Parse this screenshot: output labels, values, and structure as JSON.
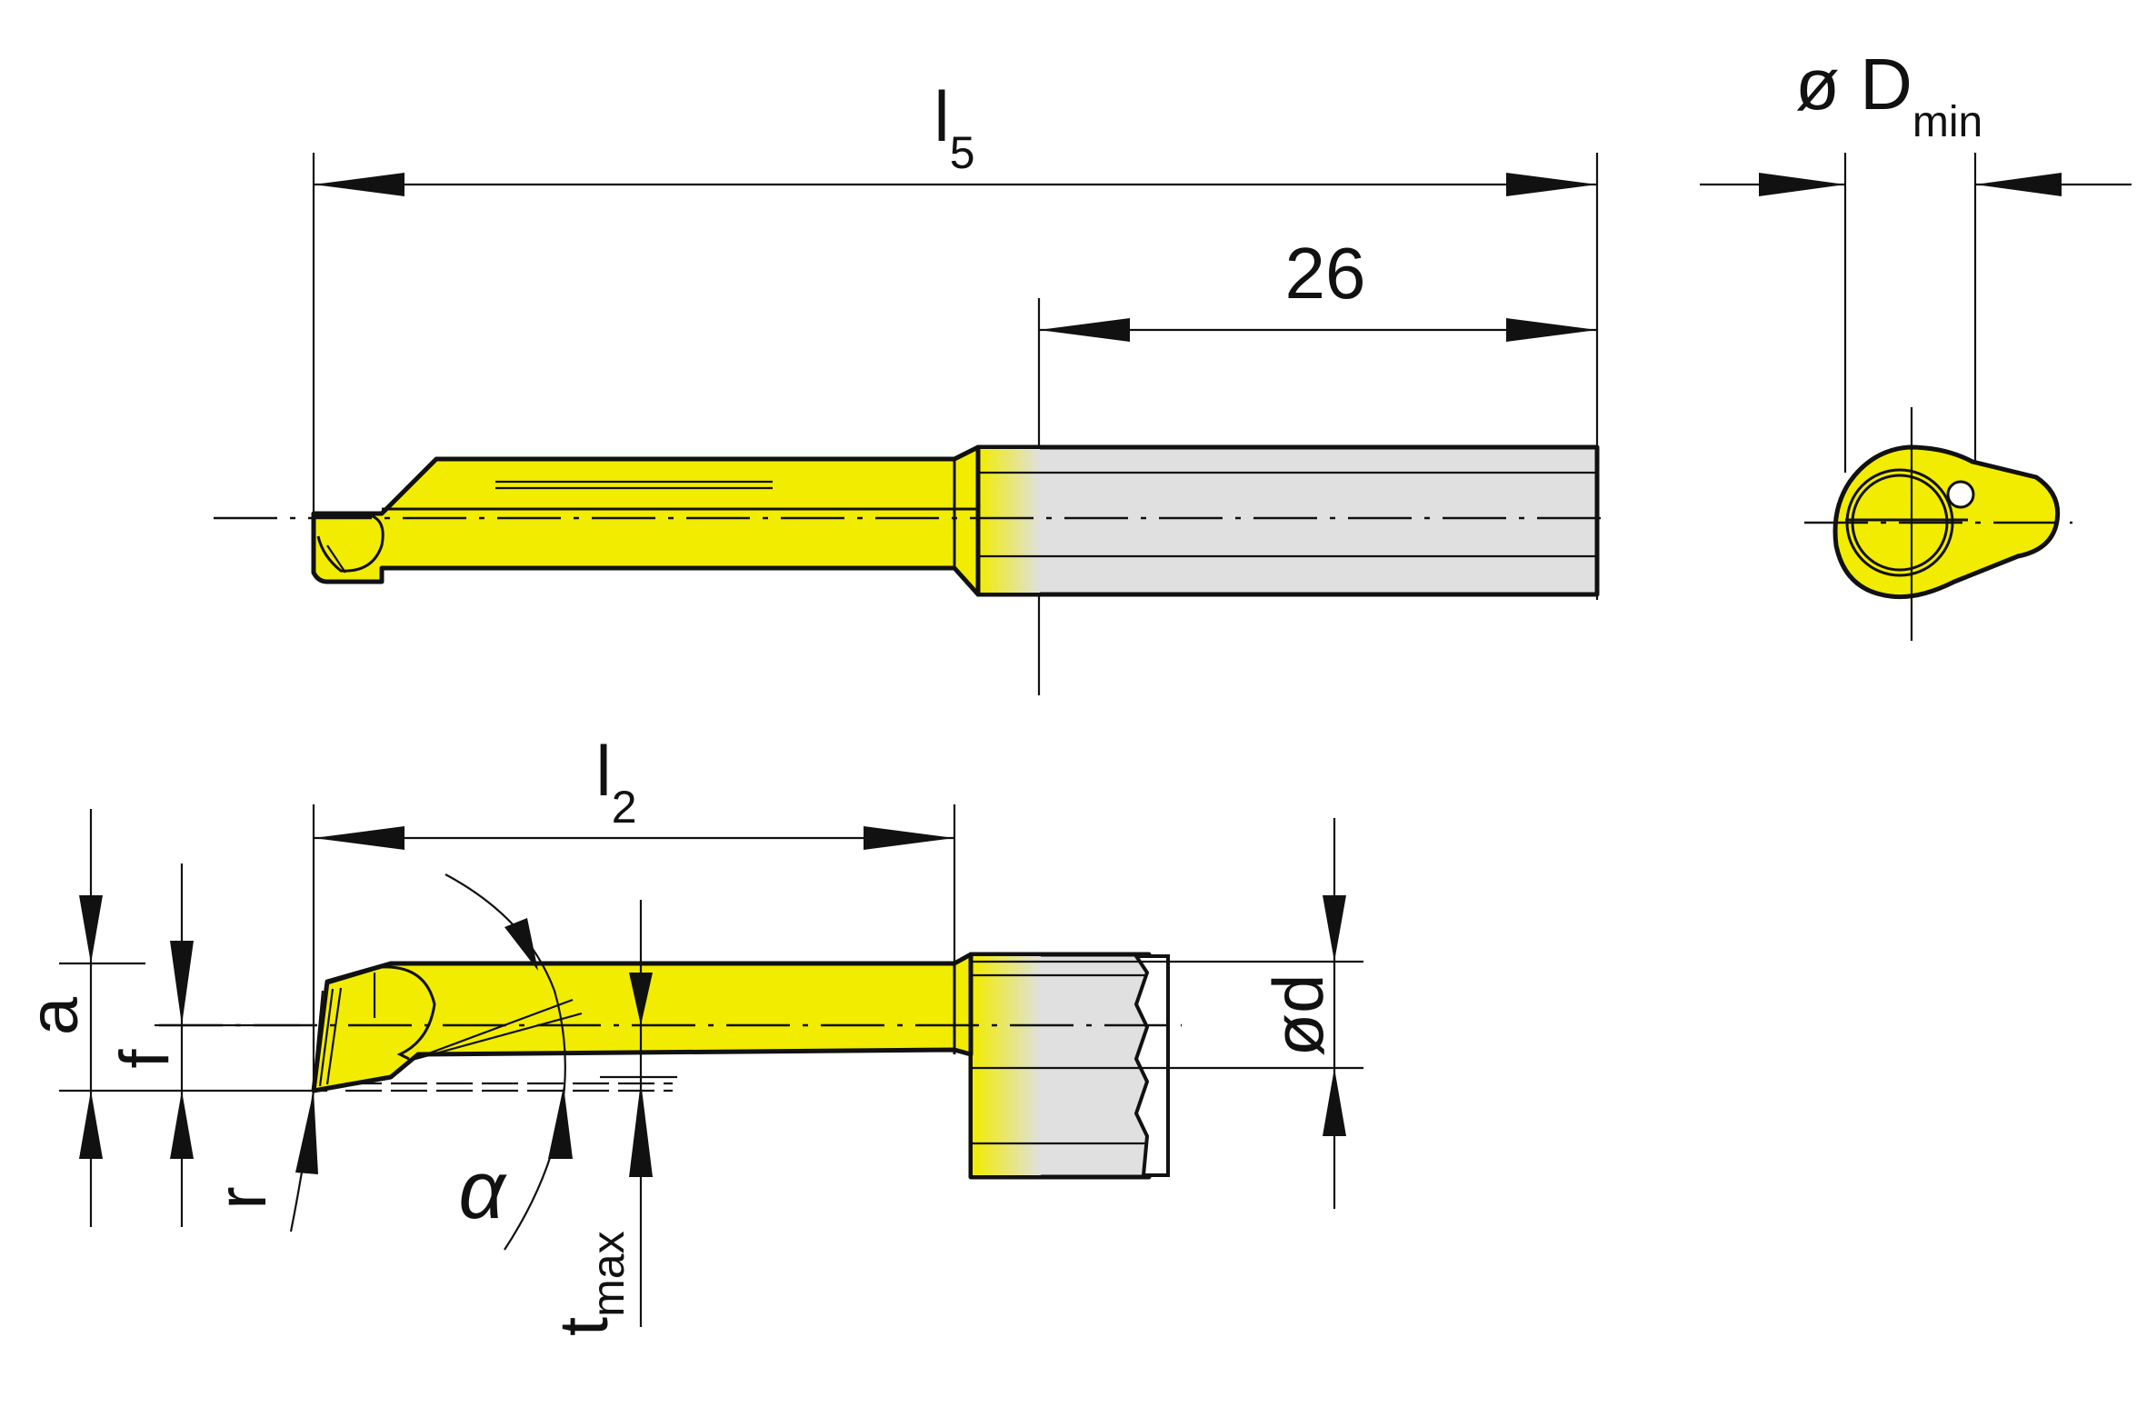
{
  "colors": {
    "tool_yellow": "#f2ec00",
    "shank_grey": "#e0e0e0",
    "line": "#111111"
  },
  "labels": {
    "l5_main": "l",
    "l5_sub": "5",
    "dim_26": "26",
    "dmin_main": "ø D",
    "dmin_sub": "min",
    "l2_main": "l",
    "l2_sub": "2",
    "od": "ød",
    "a": "a",
    "f": "f",
    "r": "r",
    "alpha": "α",
    "tmax_main": "t",
    "tmax_sub": "max"
  }
}
